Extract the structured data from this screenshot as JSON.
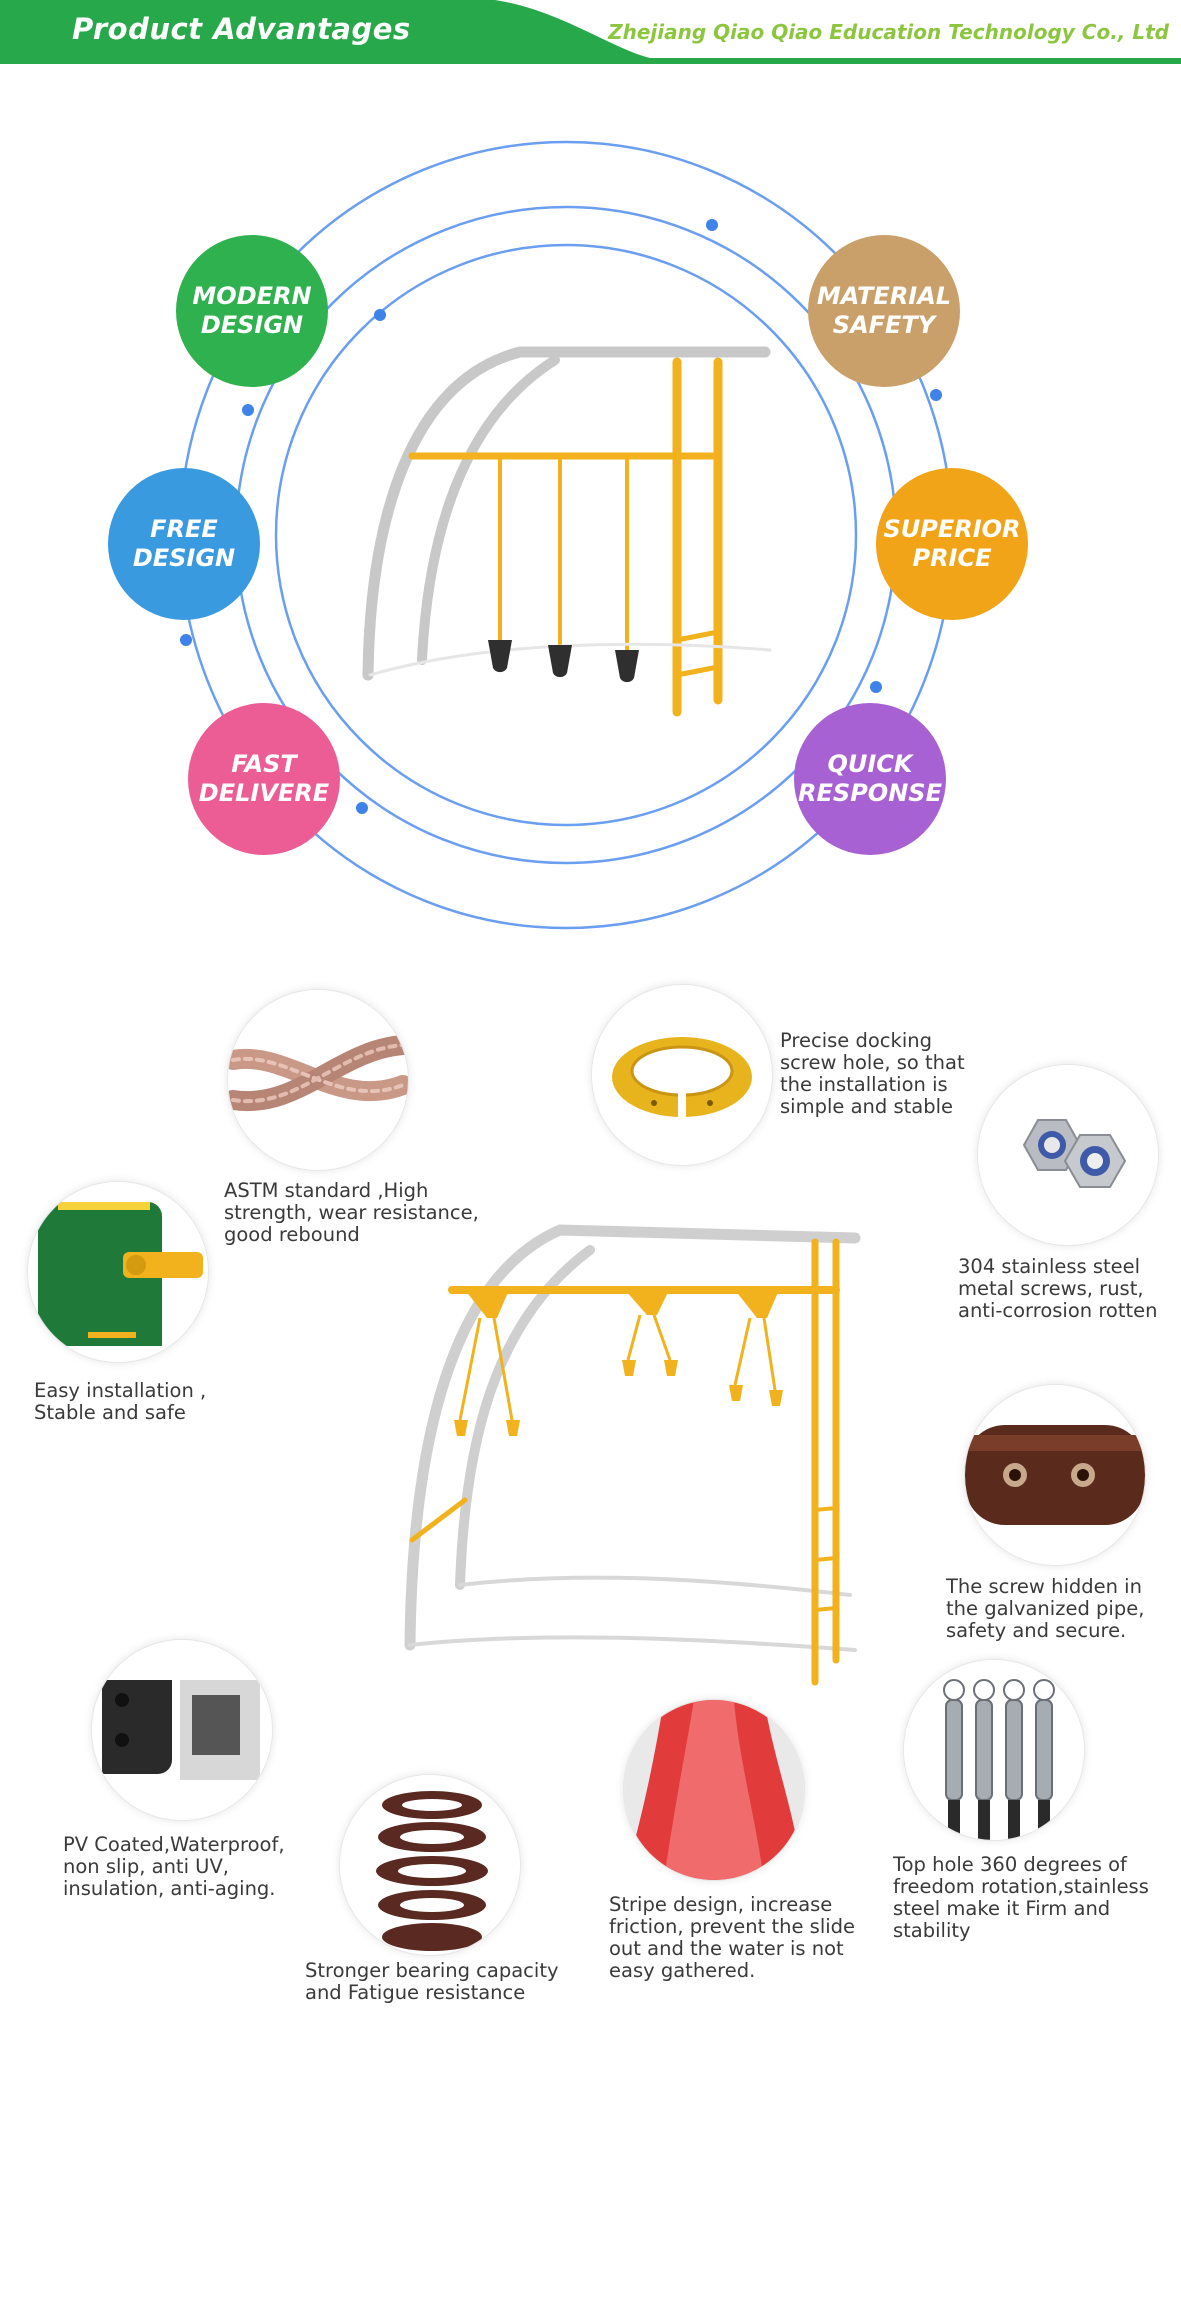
{
  "header": {
    "title": "Product Advantages",
    "company": "Zhejiang Qiao Qiao Education Technology Co., Ltd"
  },
  "advantages": [
    {
      "label": "MODERN\nDESIGN",
      "color": "#2eb14e"
    },
    {
      "label": "MATERIAL\nSAFETY",
      "color": "#c9a06a"
    },
    {
      "label": "FREE\nDESIGN",
      "color": "#3a9ae0"
    },
    {
      "label": "SUPERIOR\nPRICE",
      "color": "#f2a418"
    },
    {
      "label": "FAST\nDELIVERE",
      "color": "#ec5c95"
    },
    {
      "label": "QUICK\nRESPONSE",
      "color": "#a861d2"
    }
  ],
  "features": [
    {
      "caption": "ASTM standard ,High\nstrength, wear resistance,\ngood rebound",
      "icon": "rope-knot-icon"
    },
    {
      "caption": "Precise docking\nscrew hole, so that\nthe installation is\nsimple and stable",
      "icon": "pipe-clamp-icon"
    },
    {
      "caption": "304 stainless steel\nmetal screws, rust,\nanti-corrosion rotten",
      "icon": "lock-nut-icon"
    },
    {
      "caption": "Easy installation ,\nStable and safe",
      "icon": "panel-connector-icon"
    },
    {
      "caption": "The screw hidden in\nthe galvanized pipe,\nsafety and secure.",
      "icon": "hidden-screw-icon"
    },
    {
      "caption": "PV Coated,Waterproof,\nnon slip, anti UV,\ninsulation, anti-aging.",
      "icon": "pv-coated-part-icon"
    },
    {
      "caption": "Stronger bearing capacity\nand Fatigue resistance",
      "icon": "spring-icon"
    },
    {
      "caption": "Stripe design, increase\nfriction, prevent the slide\nout and the water is not\neasy gathered.",
      "icon": "slide-surface-icon"
    },
    {
      "caption": "Top hole 360 degrees of\nfreedom rotation,stainless\nsteel make it Firm and\nstability",
      "icon": "swivel-hook-icon"
    }
  ],
  "colors": {
    "header_green": "#27a84a",
    "company_green": "#8cc63f",
    "ring_blue": "#5b93e6",
    "frame_gray": "#c9c9c9",
    "frame_yellow": "#f2b21d"
  }
}
